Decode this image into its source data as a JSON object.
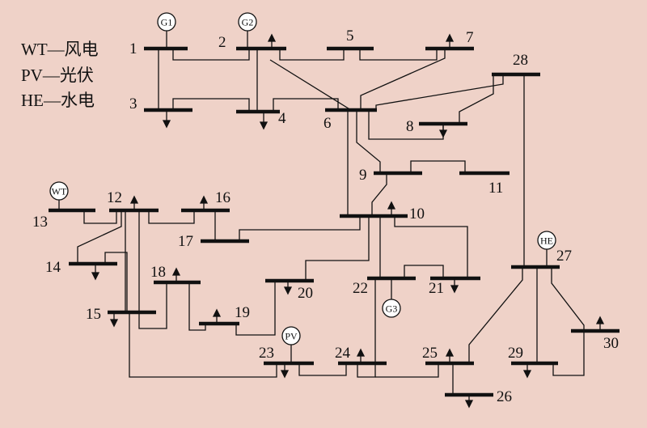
{
  "legend": [
    {
      "code": "WT",
      "sep": "—",
      "name": "风电"
    },
    {
      "code": "PV",
      "sep": "—",
      "name": "光伏"
    },
    {
      "code": "HE",
      "sep": "—",
      "name": "水电"
    }
  ],
  "buses": [
    "1",
    "2",
    "3",
    "4",
    "5",
    "6",
    "7",
    "8",
    "9",
    "10",
    "11",
    "12",
    "13",
    "14",
    "15",
    "16",
    "17",
    "18",
    "19",
    "20",
    "21",
    "22",
    "23",
    "24",
    "25",
    "26",
    "27",
    "28",
    "29",
    "30"
  ],
  "sources": [
    "G1",
    "G2",
    "G3",
    "WT",
    "PV",
    "HE"
  ]
}
